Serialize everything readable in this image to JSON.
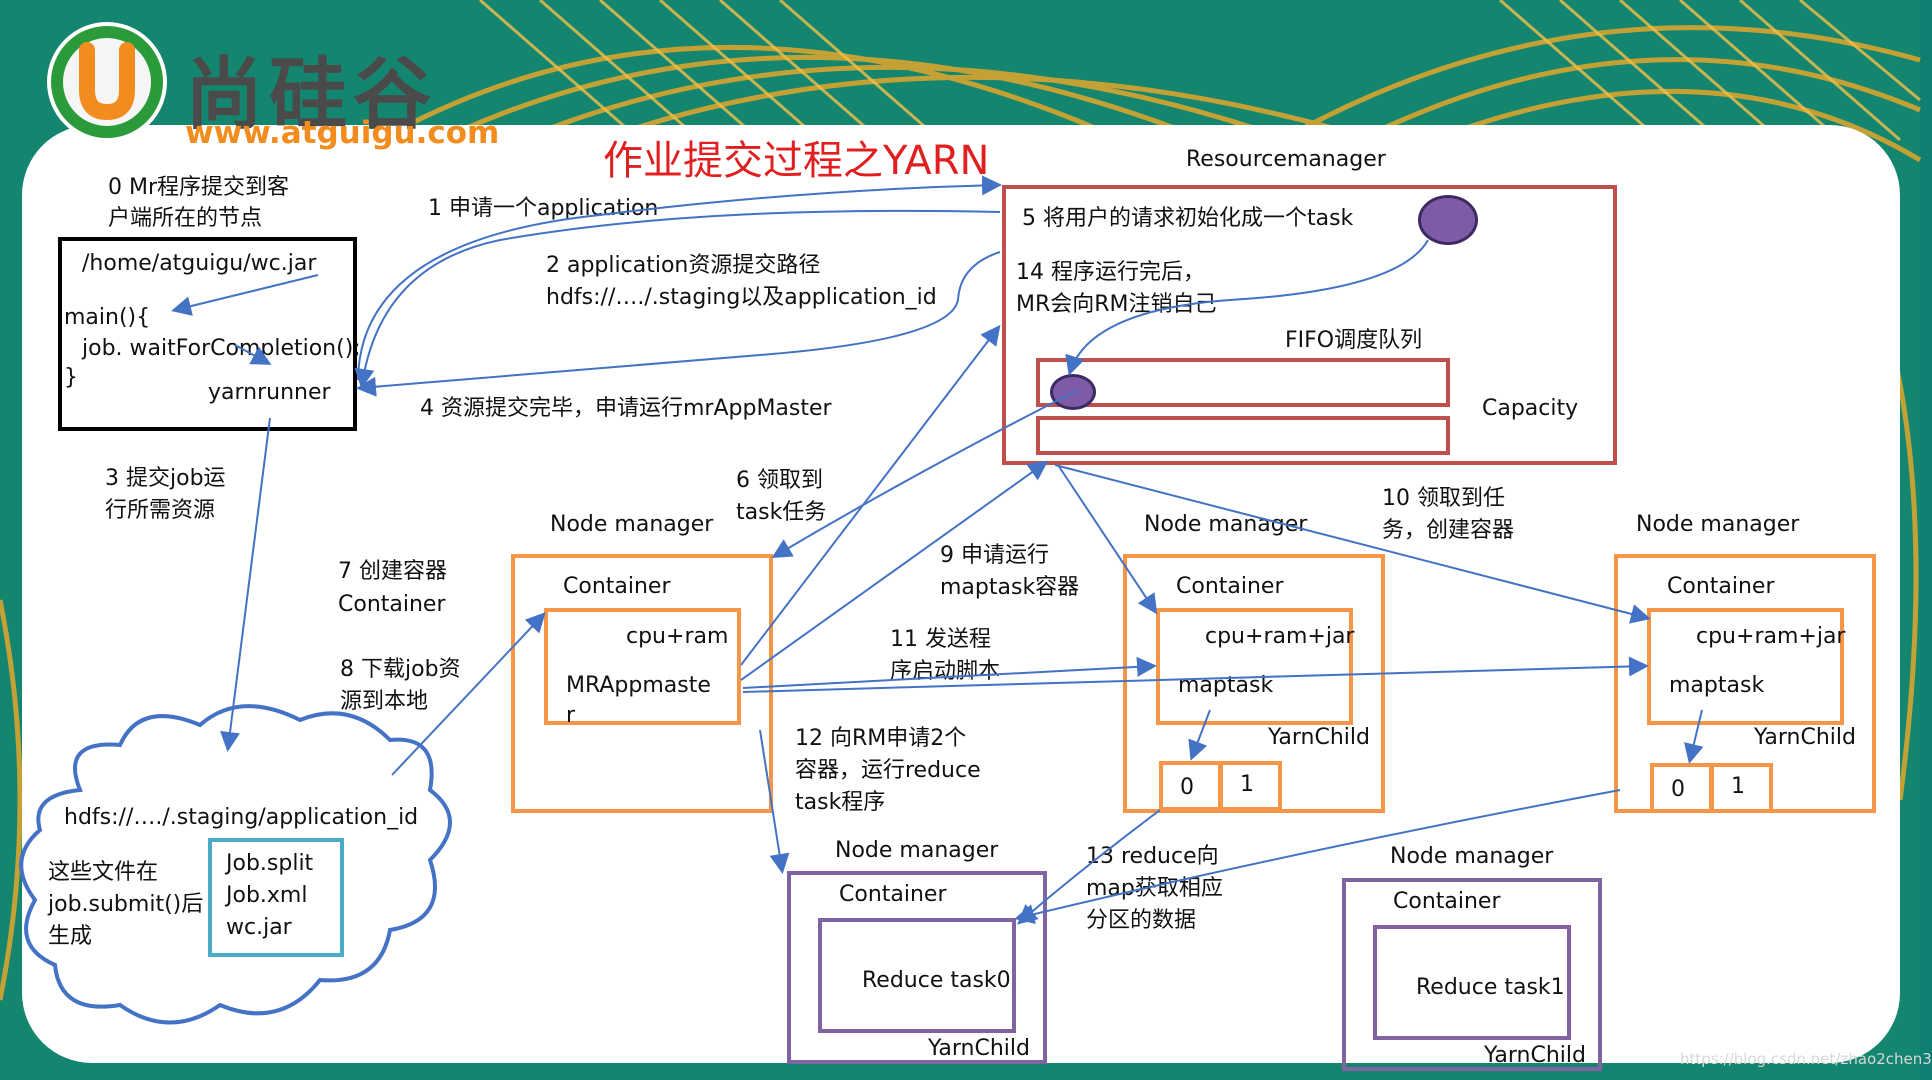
{
  "logo": {
    "brand": "尚硅谷",
    "url": "www.atguigu.com",
    "letter": "U"
  },
  "title": "作业提交过程之YARN",
  "client": {
    "caption": [
      "0 Mr程序提交到客",
      "户端所在的节点"
    ],
    "jar_path": "/home/atguigu/wc.jar",
    "code_main": "main(){",
    "code_job": "job. waitForCompletion();",
    "code_close": "}",
    "runner": "yarnrunner"
  },
  "resourcemanager": {
    "label": "Resourcemanager",
    "step5": "5 将用户的请求初始化成一个task",
    "step14": [
      "14 程序运行完后，",
      "MR会向RM注销自己"
    ],
    "fifo_label": "FIFO调度队列",
    "capacity": "Capacity"
  },
  "steps": {
    "s1": "1 申请一个application",
    "s2": [
      "2 application资源提交路径",
      "hdfs://…./.staging以及application_id"
    ],
    "s3": [
      "3 提交job运",
      "行所需资源"
    ],
    "s4": "4 资源提交完毕，申请运行mrAppMaster",
    "s6": [
      "6 领取到",
      "task任务"
    ],
    "s7": [
      "7 创建容器",
      "Container"
    ],
    "s8": [
      "8 下载job资",
      "源到本地"
    ],
    "s9": [
      "9 申请运行",
      "maptask容器"
    ],
    "s10": [
      "10 领取到任",
      "务，创建容器"
    ],
    "s11": [
      "11 发送程",
      "序启动脚本"
    ],
    "s12": [
      "12 向RM申请2个",
      "容器，运行reduce",
      "task程序"
    ],
    "s13": [
      "13 reduce向",
      "map获取相应",
      "分区的数据"
    ]
  },
  "nodes": {
    "nm_label": "Node manager",
    "container_label": "Container",
    "yarnchild": "YarnChild",
    "am": {
      "res": "cpu+ram",
      "name_1": "MRAppmaste",
      "name_2": "r"
    },
    "map_res": "cpu+ram+jar",
    "maptask": "maptask",
    "partition_0": "0",
    "partition_1": "1",
    "reduce0": "Reduce task0",
    "reduce1": "Reduce task1"
  },
  "hdfs": {
    "path": "hdfs://…./.staging/application_id",
    "note": [
      "这些文件在",
      "job.submit()后",
      "生成"
    ],
    "files": [
      "Job.split",
      "Job.xml",
      "wc.jar"
    ]
  },
  "watermark": "https://blog.csdn.net/zhao2chen3",
  "colors": {
    "title": "#e02020",
    "rm": "#c0504d",
    "container": "#f79646",
    "reduce": "#8064a2",
    "arrow": "#4472c4",
    "files": "#4bacc6"
  }
}
